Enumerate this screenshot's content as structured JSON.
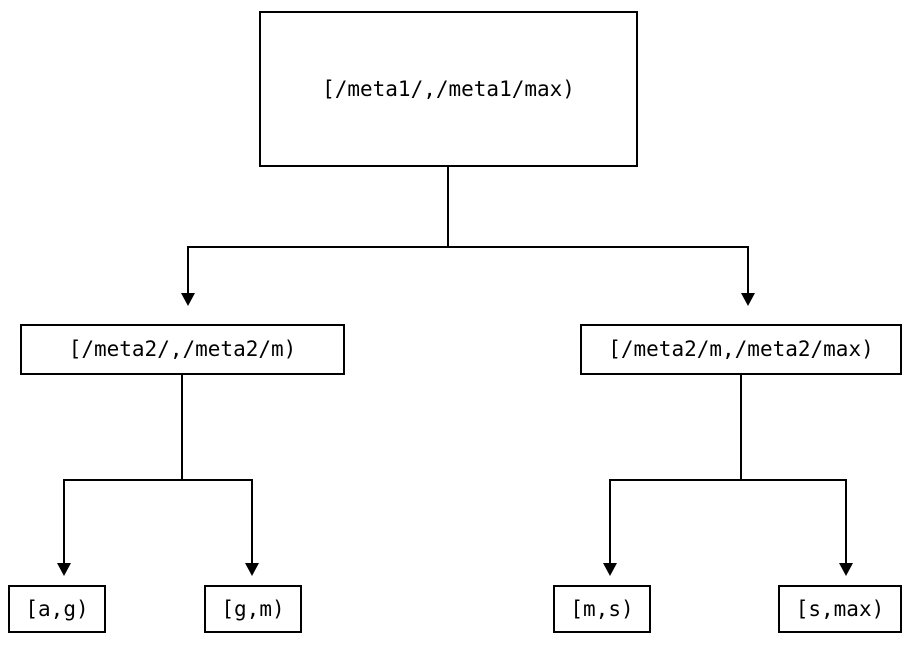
{
  "diagram": {
    "type": "tree",
    "title": "",
    "background_color": "#ffffff",
    "stroke_color": "#000000",
    "nodes": {
      "root": {
        "label": "[/meta1/,/meta1/max)"
      },
      "level2": [
        {
          "label": "[/meta2/,/meta2/m)"
        },
        {
          "label": "[/meta2/m,/meta2/max)"
        }
      ],
      "leaves": [
        {
          "label": "[a,g)"
        },
        {
          "label": "[g,m)"
        },
        {
          "label": "[m,s)"
        },
        {
          "label": "[s,max)"
        }
      ]
    }
  }
}
